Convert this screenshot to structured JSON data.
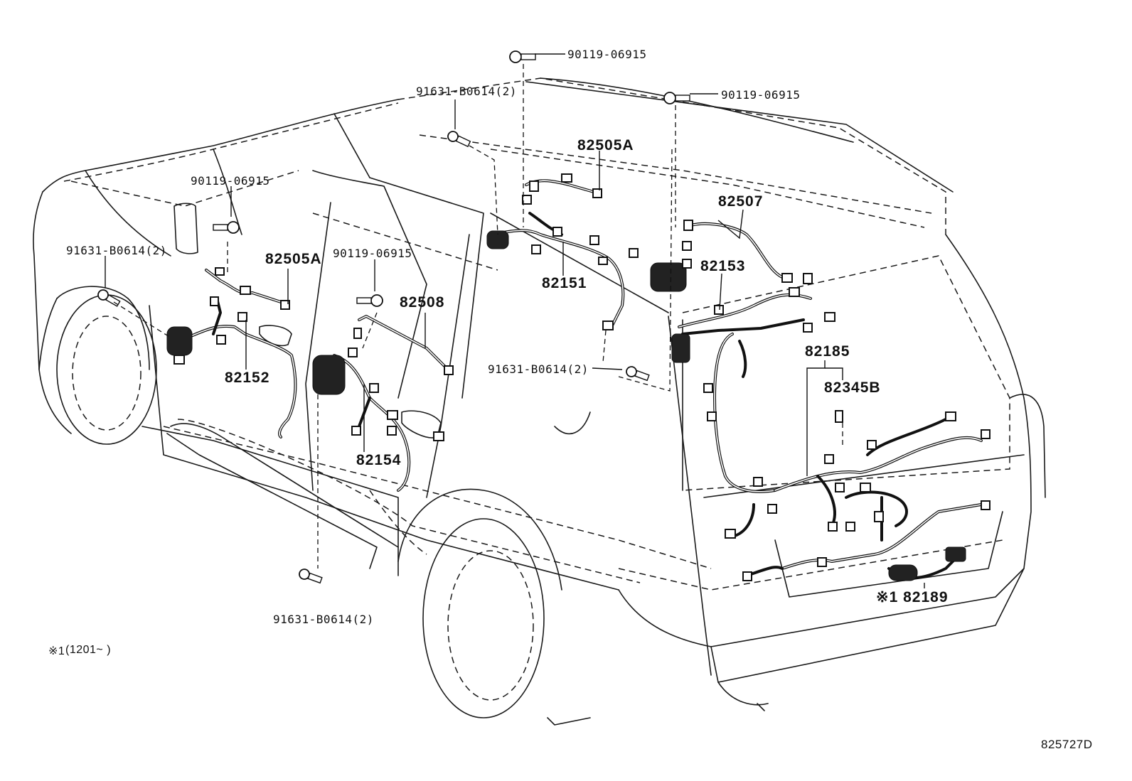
{
  "figure_code": "825727D",
  "footnote": {
    "mark": "※1",
    "text": "(1201~        )"
  },
  "parts": [
    {
      "id": "bolt-top-center",
      "number": "90119-06915"
    },
    {
      "id": "bolt-top-right",
      "number": "90119-06915"
    },
    {
      "id": "screw-top-center",
      "number": "91631-B0614(2)"
    },
    {
      "id": "harness-82505a-roof",
      "number": "82505A"
    },
    {
      "id": "harness-82507",
      "number": "82507"
    },
    {
      "id": "harness-82151",
      "number": "82151"
    },
    {
      "id": "harness-82153",
      "number": "82153"
    },
    {
      "id": "bolt-left",
      "number": "90119-06915"
    },
    {
      "id": "screw-left",
      "number": "91631-B0614(2)"
    },
    {
      "id": "harness-82505a-side",
      "number": "82505A"
    },
    {
      "id": "bolt-mid",
      "number": "90119-06915"
    },
    {
      "id": "harness-82508",
      "number": "82508"
    },
    {
      "id": "harness-82152",
      "number": "82152"
    },
    {
      "id": "screw-mid-right",
      "number": "91631-B0614(2)"
    },
    {
      "id": "harness-82154",
      "number": "82154"
    },
    {
      "id": "harness-82185",
      "number": "82185"
    },
    {
      "id": "part-82345b",
      "number": "82345B"
    },
    {
      "id": "harness-82189",
      "number": "※1 82189"
    },
    {
      "id": "screw-bottom",
      "number": "91631-B0614(2)"
    }
  ]
}
